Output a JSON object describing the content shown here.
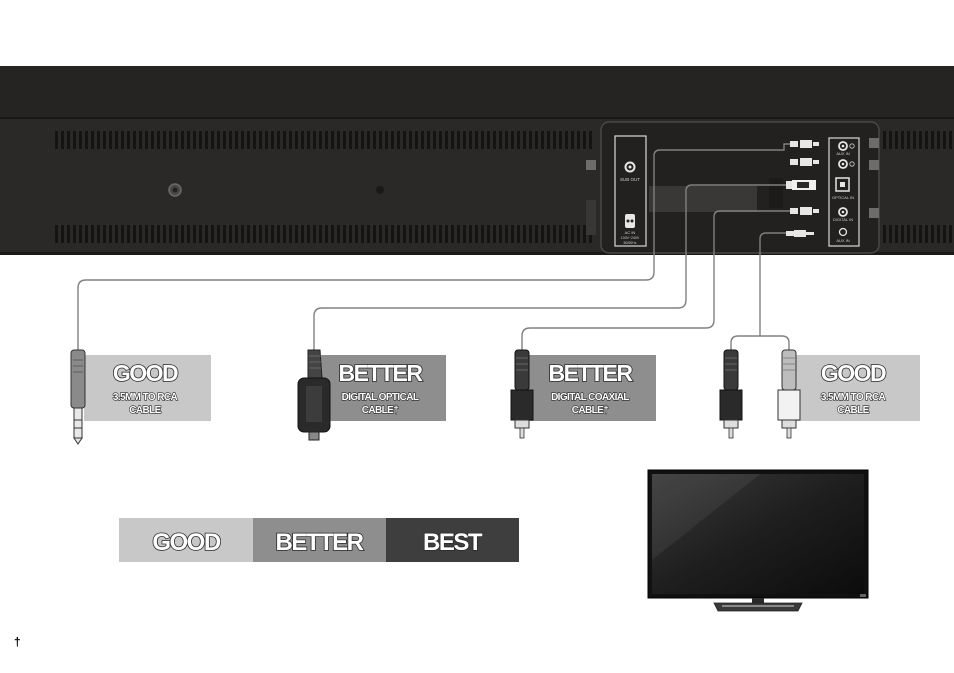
{
  "soundbar_panel": {
    "sub_out": "SUB OUT",
    "ac_in_line1": "AC IN",
    "ac_in_line2": "100V~240V",
    "ac_in_line3": "50/60Hz",
    "aux_in": "AUX IN",
    "optical_in": "OPTICAL IN",
    "digital_in": "DIGITAL IN",
    "aux_35": "AUX IN"
  },
  "connections": [
    {
      "rating": "GOOD",
      "line1": "3.5MM TO RCA",
      "line2": "CABLE"
    },
    {
      "rating": "BETTER",
      "line1": "DIGITAL OPTICAL",
      "line2": "CABLE†"
    },
    {
      "rating": "BETTER",
      "line1": "DIGITAL COAXIAL",
      "line2": "CABLE†"
    },
    {
      "rating": "GOOD",
      "line1": "3.5MM TO RCA",
      "line2": "CABLE"
    }
  ],
  "legend": {
    "good": "GOOD",
    "better": "BETTER",
    "best": "BEST"
  },
  "footnote": "†",
  "colors": {
    "soundbar": "#2a2827",
    "good_bg": "#c8c8c8",
    "better_bg": "#8e8e8e",
    "best_bg": "#3e3e3e",
    "cable": "#808080"
  }
}
